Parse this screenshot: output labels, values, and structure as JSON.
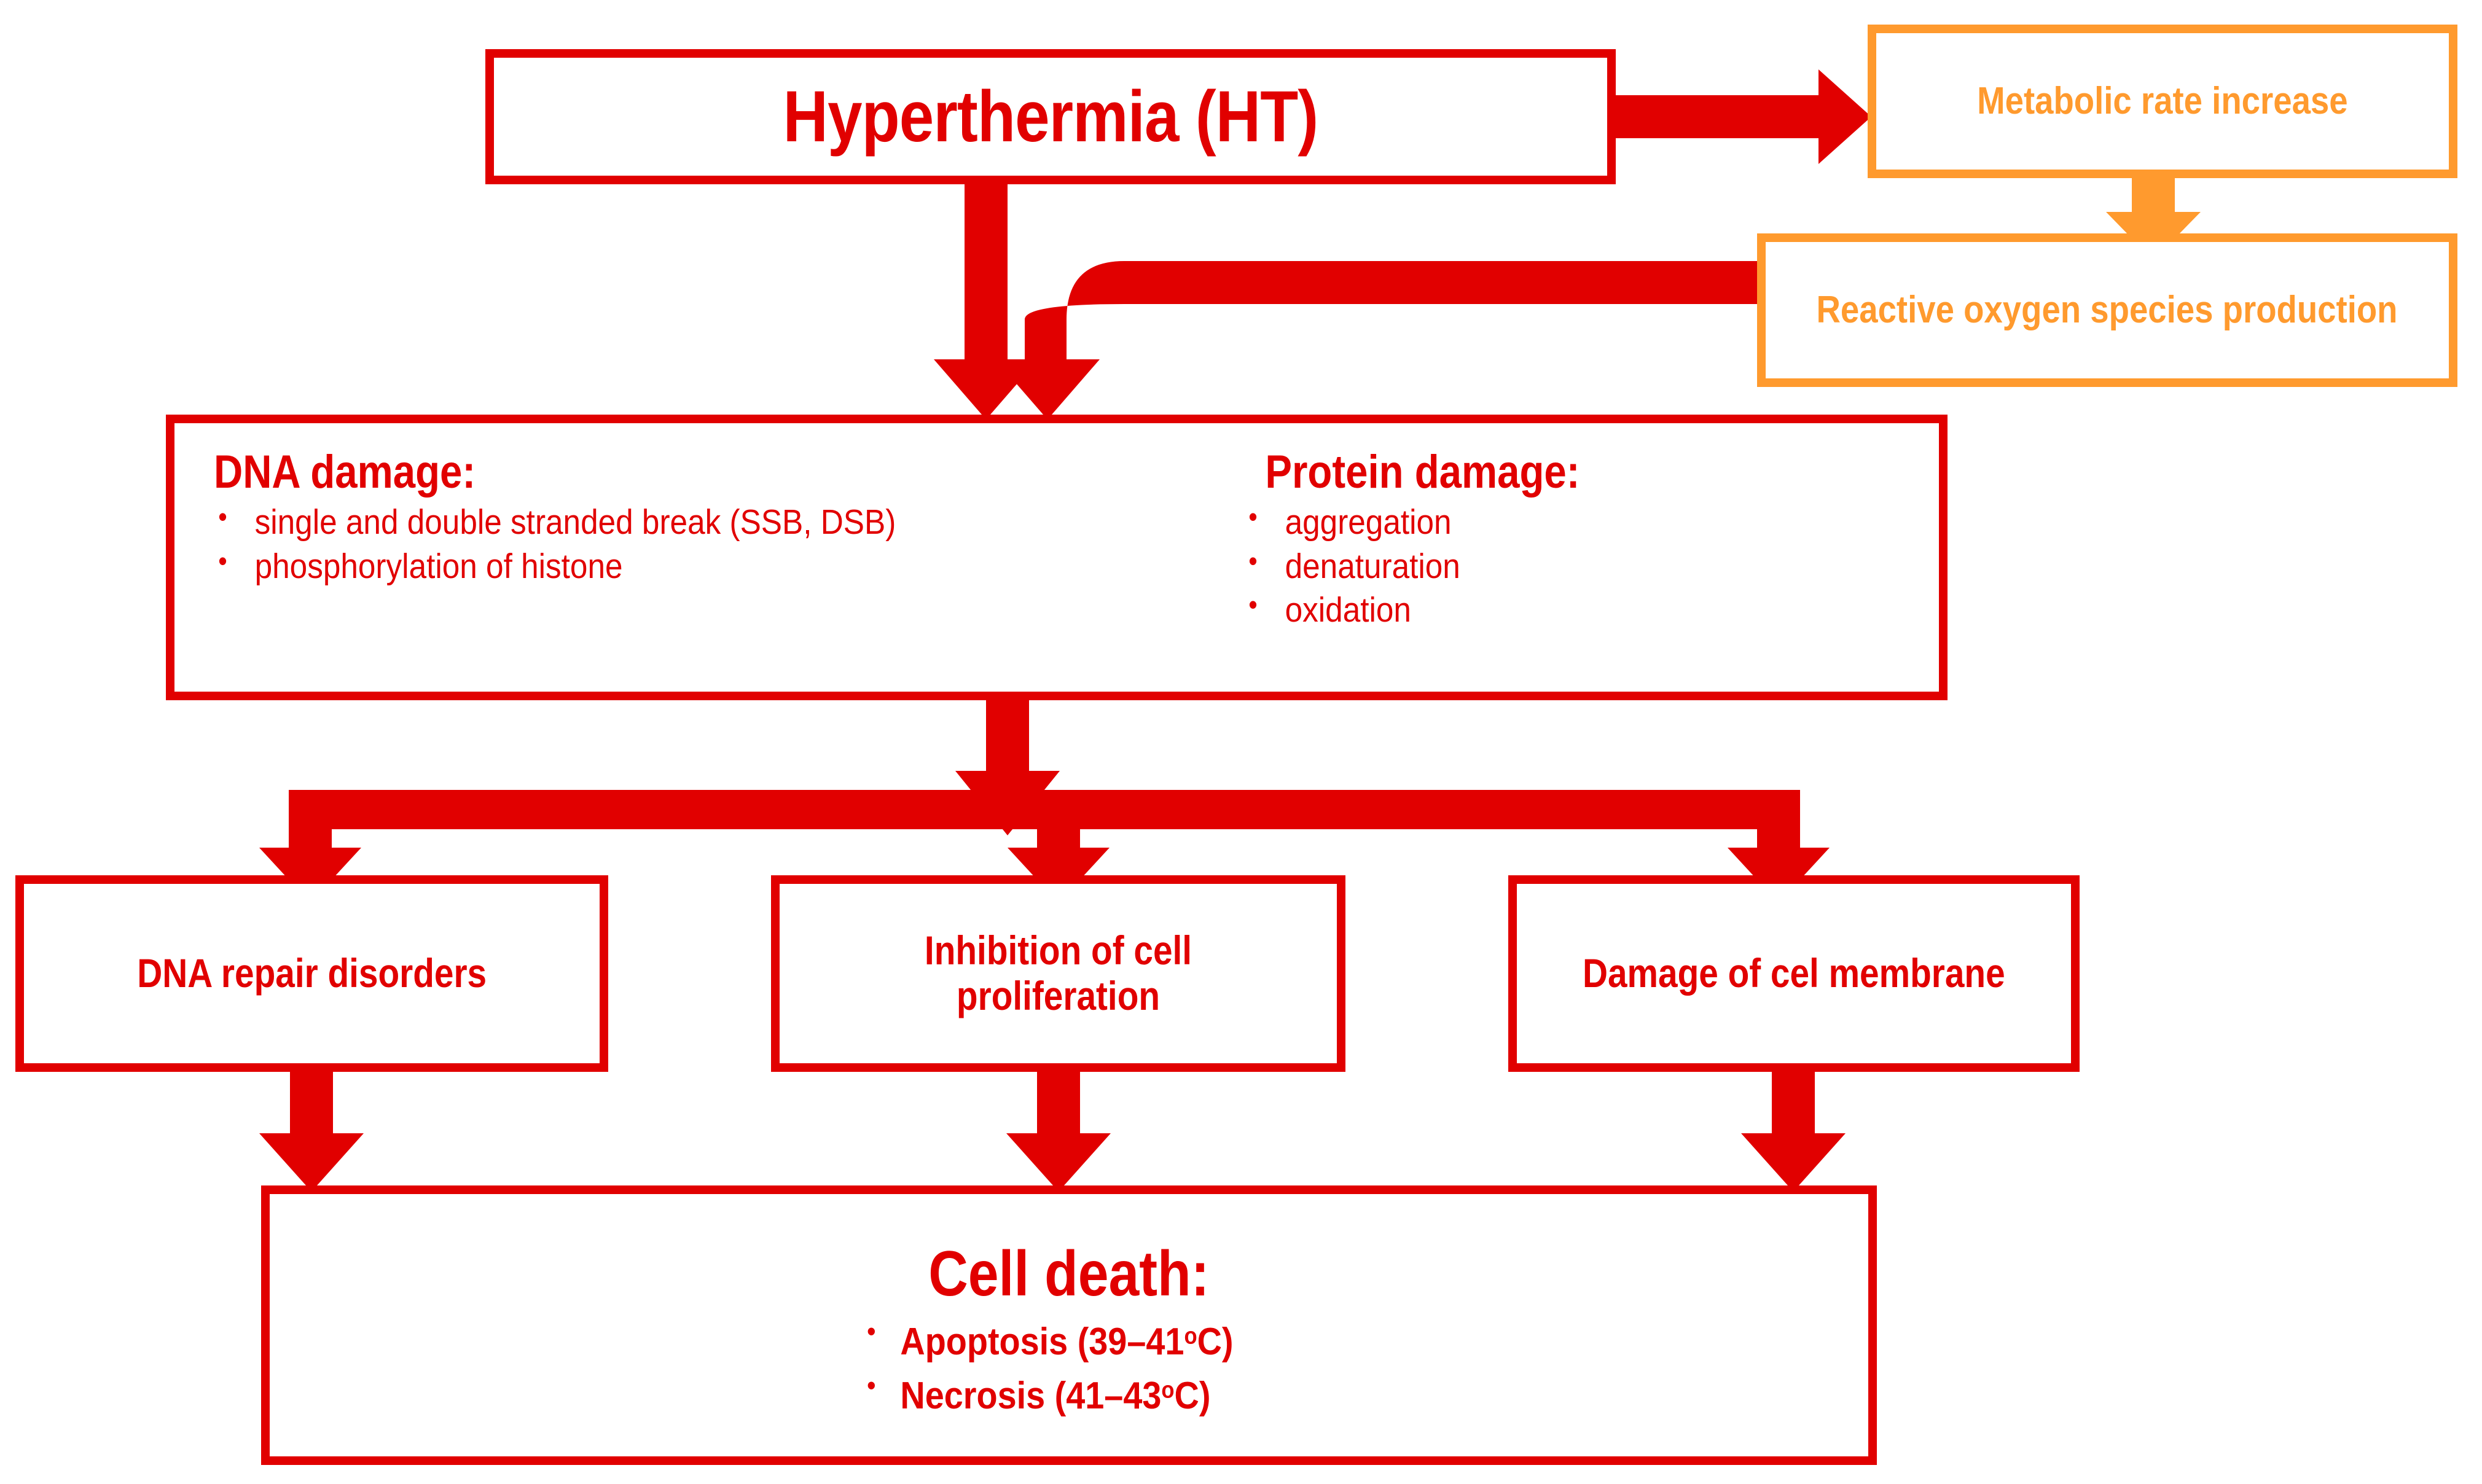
{
  "colors": {
    "red": "#E10000",
    "orange": "#FF9A2E",
    "background": "#FFFFFF"
  },
  "diagram": {
    "type": "flowchart",
    "title": "Hyperthermia (HT) cellular effects flowchart"
  },
  "nodes": {
    "hyperthermia": {
      "label": "Hyperthermia (HT)",
      "color": "#E10000"
    },
    "metabolic_rate": {
      "label": "Metabolic rate increase",
      "color": "#FF9A2E"
    },
    "ros": {
      "label": "Reactive oxygen species production",
      "color": "#FF9A2E"
    },
    "dna_damage": {
      "heading": "DNA damage:",
      "items": [
        "single and double stranded break (SSB, DSB)",
        "phosphorylation of histone"
      ]
    },
    "protein_damage": {
      "heading": "Protein damage:",
      "items": [
        "aggregation",
        "denaturation",
        "oxidation"
      ]
    },
    "dna_repair_disorders": {
      "label": "DNA repair disorders"
    },
    "inhibition_proliferation": {
      "label": "Inhibition of cell proliferation"
    },
    "membrane_damage": {
      "label": "Damage of cel membrane"
    },
    "cell_death": {
      "heading": "Cell death:",
      "items": [
        {
          "name": "Apoptosis",
          "range": "39–41",
          "unit": "C"
        },
        {
          "name": "Necrosis",
          "range": "41–43",
          "unit": "C"
        }
      ],
      "item_labels": [
        "Apoptosis (39–41°C)",
        "Necrosis (41–43°C)"
      ]
    }
  },
  "edges": [
    {
      "from": "hyperthermia",
      "to": "metabolic_rate",
      "color": "#E10000",
      "shape": "straight-right"
    },
    {
      "from": "metabolic_rate",
      "to": "ros",
      "color": "#FF9A2E",
      "shape": "straight-down"
    },
    {
      "from": "hyperthermia",
      "to": "dna_damage",
      "color": "#E10000",
      "shape": "straight-down"
    },
    {
      "from": "ros",
      "to": "dna_damage",
      "color": "#E10000",
      "shape": "elbow-left-down"
    },
    {
      "from": "dna_damage",
      "to": "split",
      "color": "#E10000",
      "shape": "straight-down"
    },
    {
      "from": "split",
      "to": "dna_repair_disorders",
      "color": "#E10000",
      "shape": "branch-down"
    },
    {
      "from": "split",
      "to": "inhibition_proliferation",
      "color": "#E10000",
      "shape": "branch-down"
    },
    {
      "from": "split",
      "to": "membrane_damage",
      "color": "#E10000",
      "shape": "branch-down"
    },
    {
      "from": "dna_repair_disorders",
      "to": "cell_death",
      "color": "#E10000",
      "shape": "straight-down"
    },
    {
      "from": "inhibition_proliferation",
      "to": "cell_death",
      "color": "#E10000",
      "shape": "straight-down"
    },
    {
      "from": "membrane_damage",
      "to": "cell_death",
      "color": "#E10000",
      "shape": "straight-down"
    }
  ]
}
